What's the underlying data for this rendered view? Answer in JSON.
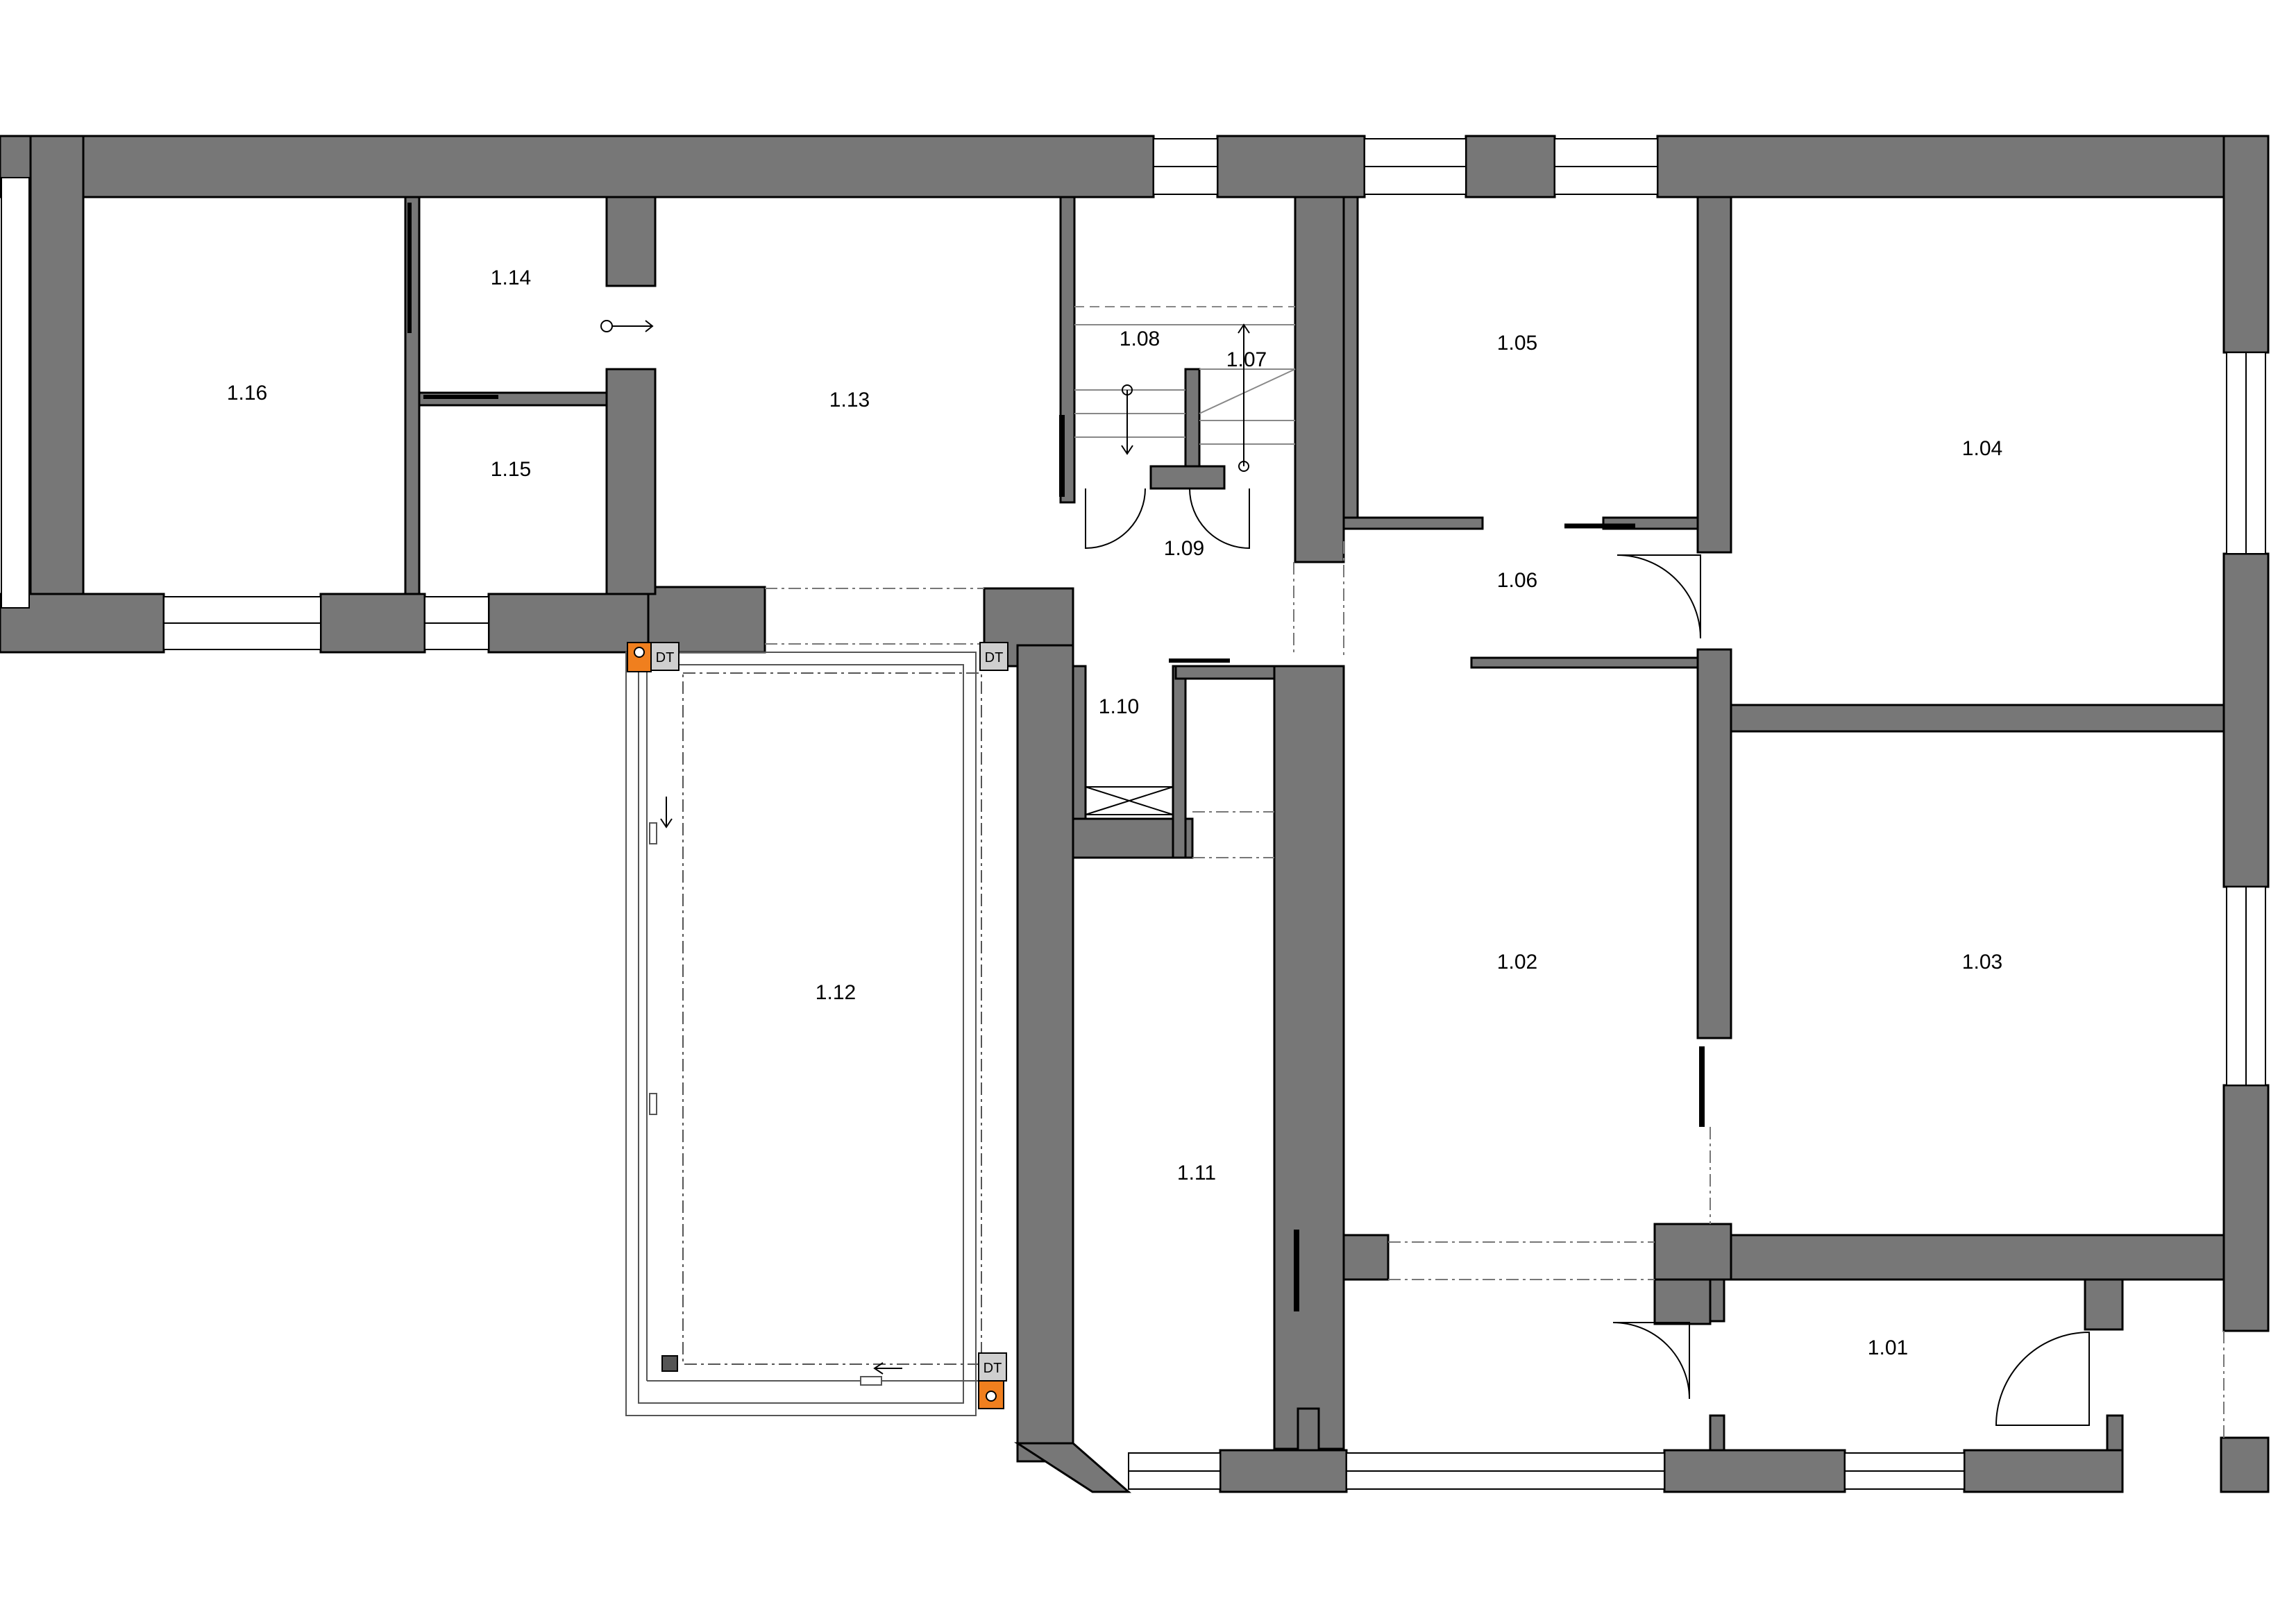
{
  "colors": {
    "wall": "#777777",
    "outline": "#000000",
    "column": "#f07f1e",
    "dt_fill": "#cfcfcf",
    "background": "#ffffff"
  },
  "rooms": [
    {
      "id": "r101",
      "label": "1.01"
    },
    {
      "id": "r102",
      "label": "1.02"
    },
    {
      "id": "r103",
      "label": "1.03"
    },
    {
      "id": "r104",
      "label": "1.04"
    },
    {
      "id": "r105",
      "label": "1.05"
    },
    {
      "id": "r106",
      "label": "1.06"
    },
    {
      "id": "r107",
      "label": "1.07"
    },
    {
      "id": "r108",
      "label": "1.08"
    },
    {
      "id": "r109",
      "label": "1.09"
    },
    {
      "id": "r110",
      "label": "1.10"
    },
    {
      "id": "r111",
      "label": "1.11"
    },
    {
      "id": "r112",
      "label": "1.12"
    },
    {
      "id": "r113",
      "label": "1.13"
    },
    {
      "id": "r114",
      "label": "1.14"
    },
    {
      "id": "r115",
      "label": "1.15"
    },
    {
      "id": "r116",
      "label": "1.16"
    }
  ],
  "downspout_tag": "DT"
}
